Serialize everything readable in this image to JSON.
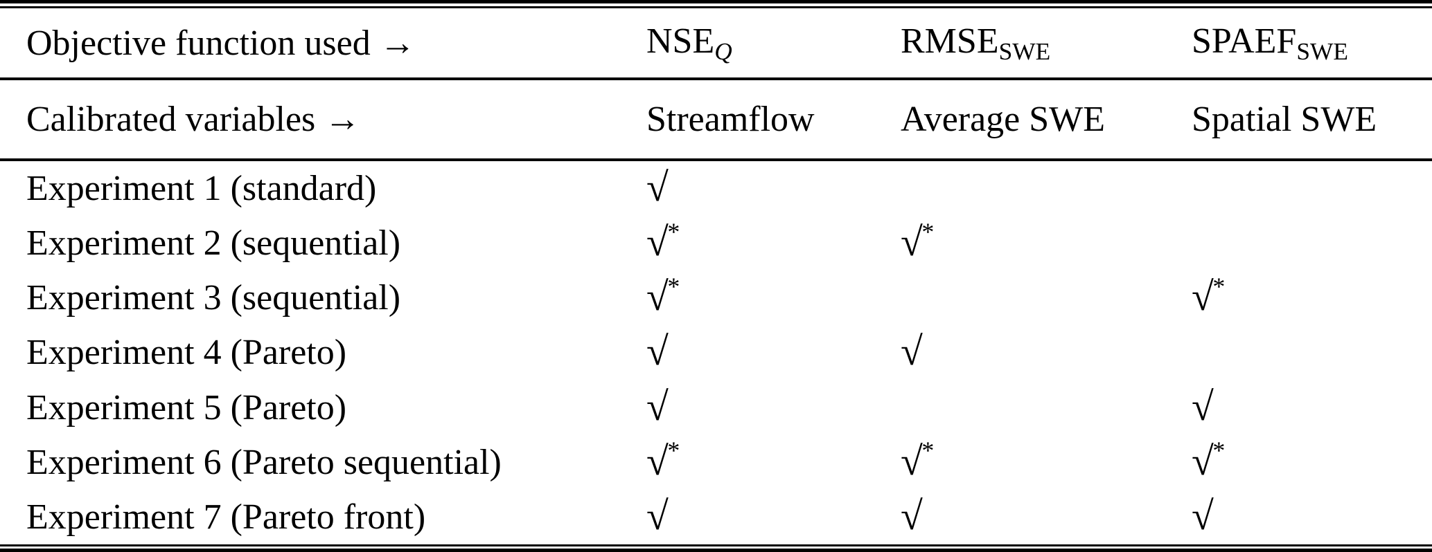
{
  "colors": {
    "text": "#000000",
    "background": "#ffffff"
  },
  "table": {
    "header1": {
      "label": "Objective function used →"
    },
    "header2": {
      "label": "Calibrated variables →"
    },
    "columns": [
      {
        "name": "NSE",
        "sub": "Q",
        "variable": "Streamflow"
      },
      {
        "name": "RMSE",
        "sub": "SWE",
        "variable": "Average SWE"
      },
      {
        "name": "SPAEF",
        "sub": "SWE",
        "variable": "Spatial SWE"
      }
    ],
    "check_glyph": "√",
    "star_glyph": "*",
    "rows": [
      {
        "label": "Experiment 1 (standard)",
        "cells": [
          {
            "check": "√",
            "star": ""
          },
          {
            "check": "",
            "star": ""
          },
          {
            "check": "",
            "star": ""
          }
        ]
      },
      {
        "label": "Experiment 2 (sequential)",
        "cells": [
          {
            "check": "√",
            "star": "*"
          },
          {
            "check": "√",
            "star": "*"
          },
          {
            "check": "",
            "star": ""
          }
        ]
      },
      {
        "label": "Experiment 3 (sequential)",
        "cells": [
          {
            "check": "√",
            "star": "*"
          },
          {
            "check": "",
            "star": ""
          },
          {
            "check": "√",
            "star": "*"
          }
        ]
      },
      {
        "label": "Experiment 4 (Pareto)",
        "cells": [
          {
            "check": "√",
            "star": ""
          },
          {
            "check": "√",
            "star": ""
          },
          {
            "check": "",
            "star": ""
          }
        ]
      },
      {
        "label": "Experiment 5 (Pareto)",
        "cells": [
          {
            "check": "√",
            "star": ""
          },
          {
            "check": "",
            "star": ""
          },
          {
            "check": "√",
            "star": ""
          }
        ]
      },
      {
        "label": "Experiment 6 (Pareto sequential)",
        "cells": [
          {
            "check": "√",
            "star": "*"
          },
          {
            "check": "√",
            "star": "*"
          },
          {
            "check": "√",
            "star": "*"
          }
        ]
      },
      {
        "label": "Experiment 7 (Pareto front)",
        "cells": [
          {
            "check": "√",
            "star": ""
          },
          {
            "check": "√",
            "star": ""
          },
          {
            "check": "√",
            "star": ""
          }
        ]
      }
    ]
  }
}
